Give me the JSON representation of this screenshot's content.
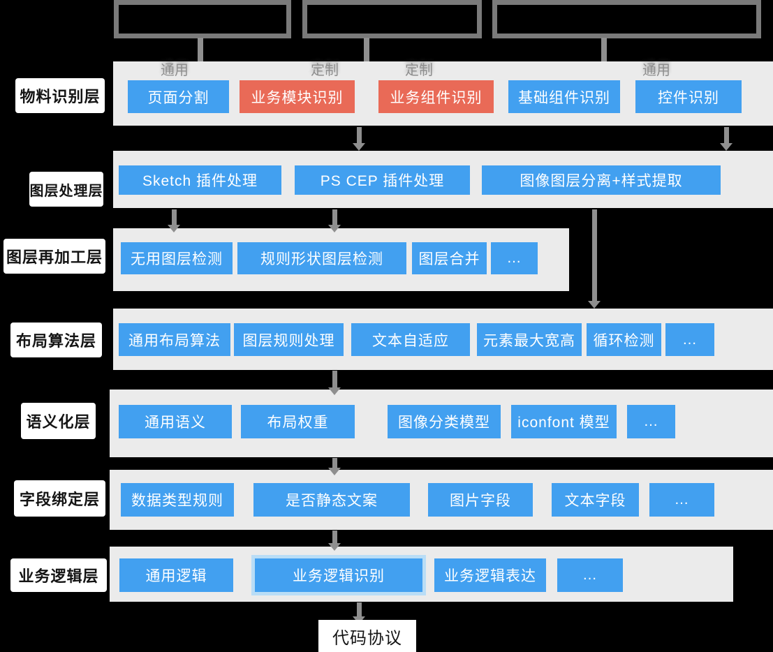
{
  "colors": {
    "background": "#000000",
    "band": "#ebebeb",
    "node_blue": "#42a0f0",
    "node_red": "#e96a57",
    "node_text": "#ffffff",
    "highlight_glow": "#b9ddf6",
    "label_bg": "#ffffff",
    "label_text": "#141414",
    "category_text": "#8e8e8e",
    "connector_gray": "#8f8f8f",
    "box_border_gray": "#7a7a7a"
  },
  "category_labels": [
    {
      "text": "通用"
    },
    {
      "text": "定制"
    },
    {
      "text": "定制"
    },
    {
      "text": "通用"
    }
  ],
  "layers": [
    {
      "label": "物料识别层",
      "items": [
        {
          "text": "页面分割",
          "color": "blue"
        },
        {
          "text": "业务模块识别",
          "color": "red"
        },
        {
          "text": "业务组件识别",
          "color": "red"
        },
        {
          "text": "基础组件识别",
          "color": "blue"
        },
        {
          "text": "控件识别",
          "color": "blue"
        }
      ]
    },
    {
      "label": "图层处理层",
      "items": [
        {
          "text": "Sketch 插件处理",
          "color": "blue"
        },
        {
          "text": "PS CEP 插件处理",
          "color": "blue"
        },
        {
          "text": "图像图层分离+样式提取",
          "color": "blue"
        }
      ]
    },
    {
      "label": "图层再加工层",
      "items": [
        {
          "text": "无用图层检测",
          "color": "blue"
        },
        {
          "text": "规则形状图层检测",
          "color": "blue"
        },
        {
          "text": "图层合并",
          "color": "blue"
        },
        {
          "text": "…",
          "color": "blue"
        }
      ]
    },
    {
      "label": "布局算法层",
      "items": [
        {
          "text": "通用布局算法",
          "color": "blue"
        },
        {
          "text": "图层规则处理",
          "color": "blue"
        },
        {
          "text": "文本自适应",
          "color": "blue"
        },
        {
          "text": "元素最大宽高",
          "color": "blue"
        },
        {
          "text": "循环检测",
          "color": "blue"
        },
        {
          "text": "…",
          "color": "blue"
        }
      ]
    },
    {
      "label": "语义化层",
      "items": [
        {
          "text": "通用语义",
          "color": "blue"
        },
        {
          "text": "布局权重",
          "color": "blue"
        },
        {
          "text": "图像分类模型",
          "color": "blue"
        },
        {
          "text": "iconfont 模型",
          "color": "blue"
        },
        {
          "text": "…",
          "color": "blue"
        }
      ]
    },
    {
      "label": "字段绑定层",
      "items": [
        {
          "text": "数据类型规则",
          "color": "blue"
        },
        {
          "text": "是否静态文案",
          "color": "blue"
        },
        {
          "text": "图片字段",
          "color": "blue"
        },
        {
          "text": "文本字段",
          "color": "blue"
        },
        {
          "text": "…",
          "color": "blue"
        }
      ]
    },
    {
      "label": "业务逻辑层",
      "items": [
        {
          "text": "通用逻辑",
          "color": "blue"
        },
        {
          "text": "业务逻辑识别",
          "color": "blue",
          "highlighted": true
        },
        {
          "text": "业务逻辑表达",
          "color": "blue"
        },
        {
          "text": "…",
          "color": "blue"
        }
      ]
    }
  ],
  "footer": {
    "text": "代码协议"
  }
}
